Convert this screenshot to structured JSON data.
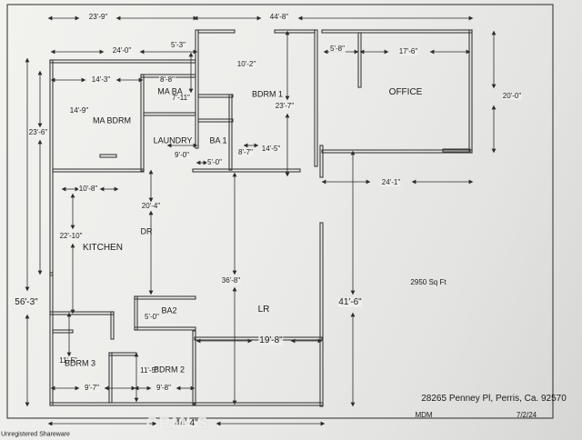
{
  "dims": {
    "top_left": "23'-9\"",
    "top_right": "44'-8\"",
    "ma_wall": "24'-0\"",
    "closet_top": "5'-3\"",
    "bdrm1_w": "10'-2\"",
    "office_door": "5'-8\"",
    "office_inner": "17'-6\"",
    "office_h": "20'-0\"",
    "ma_bdrm_w": "14'-3\"",
    "ma_ba_w": "8'-8\"",
    "ma_ba_h": "7'-11\"",
    "ma_bdrm_h": "14'-9\"",
    "bdrm1_h": "23'-7\"",
    "left_h": "23'-6\"",
    "laundry_h": "9'-0\"",
    "ba1_w": "5'-0\"",
    "ba1_h": "8'-7\"",
    "hall_w": "14'-5\"",
    "office_w": "24'-1\"",
    "closet_w": "10'-8\"",
    "kitchen_h": "22'-10\"",
    "dr_h": "20'-4\"",
    "lr_h": "36'-8\"",
    "total_right_h": "41'-6\"",
    "total_left_h": "56'-3\"",
    "ba2_w": "5'-0\"",
    "lr_w": "19'-8\"",
    "bdrm3_h": "11'-5\"",
    "bdrm2_h": "11'-5\"",
    "bdrm3_w": "9'-7\"",
    "bdrm2_w": "9'-8\"",
    "bottom_total": "44'-4\""
  },
  "rooms": {
    "ma_ba": "MA BA",
    "ma_bdrm": "MA BDRM",
    "laundry": "LAUNDRY",
    "ba1": "BA 1",
    "bdrm1": "BDRM 1",
    "office": "OFFICE",
    "kitchen": "KITCHEN",
    "dr": "DR",
    "ba2": "BA2",
    "lr": "LR",
    "bdrm3": "BDRM 3",
    "bdrm2": "BDRM 2"
  },
  "info": {
    "sqft": "2950 Sq Ft",
    "address": "28265 Penney Pl, Perris, Ca. 92570",
    "author": "MDM",
    "date": "7/2/24",
    "watermark": "Unregistered Shareware",
    "overlay": "CRMLS"
  },
  "colors": {
    "wall": "#3a3a3a",
    "line": "#2b2b2b",
    "paper": "#ececea"
  }
}
